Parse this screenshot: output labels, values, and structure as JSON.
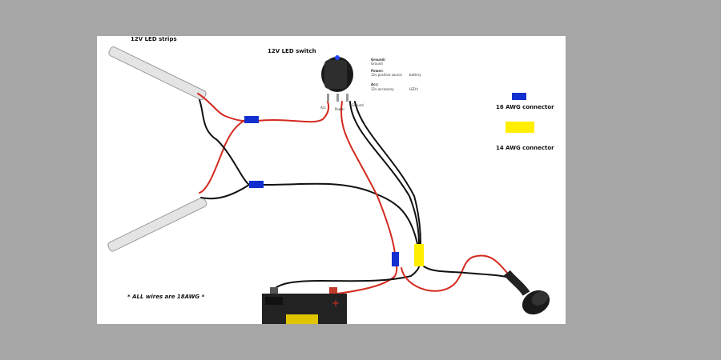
{
  "diagram": {
    "labels": {
      "led_strips": "12V LED strips",
      "led_switch": "12V LED switch",
      "connector_16": "16 AWG connector",
      "connector_14": "14 AWG connector",
      "wires_note": "* ALL wires are 18AWG *"
    },
    "switch_info": {
      "ground_title": "Ground:",
      "ground_value": "Ground",
      "power_title": "Power:",
      "power_value": "12v positive source",
      "power_extra": "battery",
      "acc_title": "Acc:",
      "acc_value": "12v accessory",
      "acc_extra": "LED's"
    },
    "terminals": {
      "acc": "Acc",
      "power": "Power",
      "ground": "Ground"
    },
    "colors": {
      "connector_16": "#1230d0",
      "connector_14": "#ffee00",
      "red_wire": "#d42a1f",
      "black_wire": "#111111"
    }
  }
}
